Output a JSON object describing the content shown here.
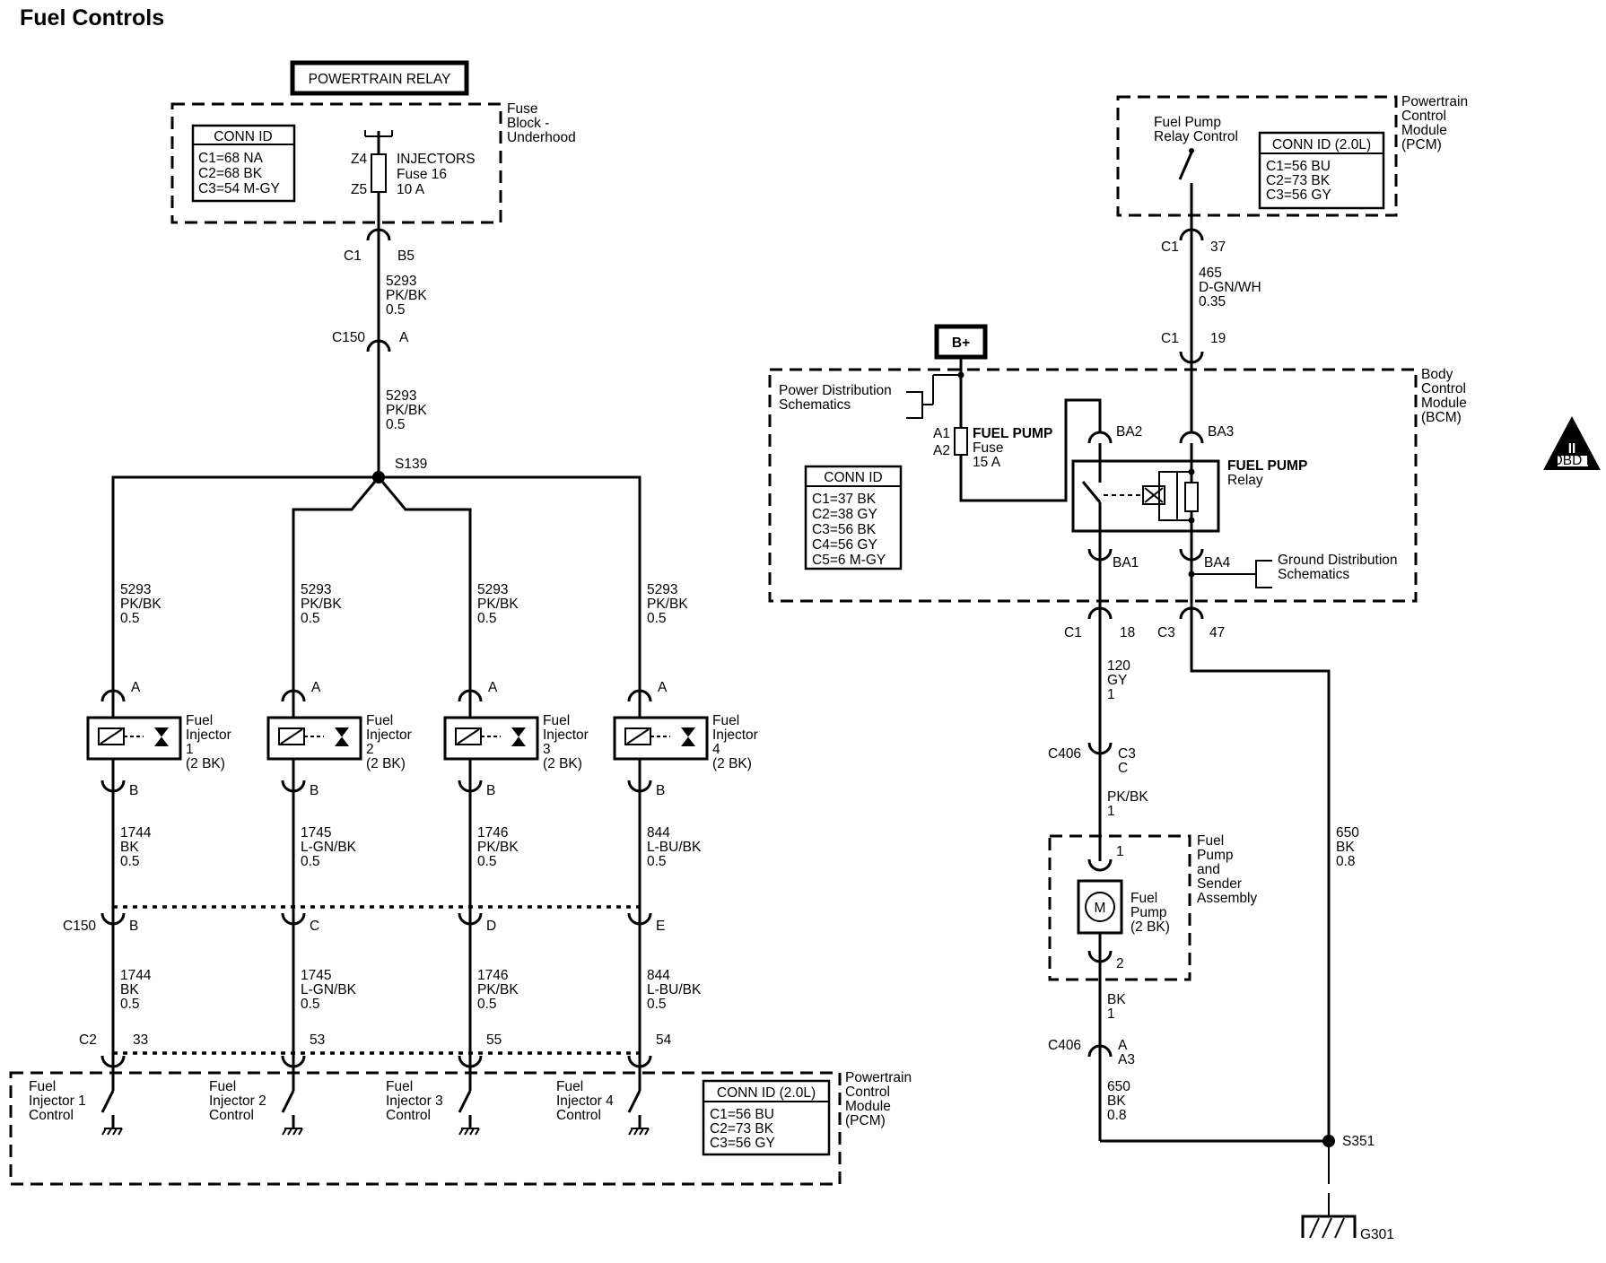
{
  "title": "Fuel Controls",
  "powertrain_relay": "POWERTRAIN RELAY",
  "fuse_block": {
    "label": [
      "Fuse",
      "Block -",
      "Underhood"
    ],
    "conn_id_title": "CONN ID",
    "conn_id": [
      "C1=68 NA",
      "C2=68 BK",
      "C3=54 M-GY"
    ],
    "fuse_pins": [
      "Z4",
      "Z5"
    ],
    "fuse_label": [
      "INJECTORS",
      "Fuse 16",
      "10 A"
    ]
  },
  "left_circuit": {
    "c1": "C1",
    "b5": "B5",
    "wire_top": [
      "5293",
      "PK/BK",
      "0.5"
    ],
    "c150": "C150",
    "c150_pin": "A",
    "wire_mid": [
      "5293",
      "PK/BK",
      "0.5"
    ],
    "splice": "S139"
  },
  "injectors": [
    {
      "branch": [
        "5293",
        "PK/BK",
        "0.5"
      ],
      "pin_a": "A",
      "label": [
        "Fuel",
        "Injector",
        "1",
        "(2 BK)"
      ],
      "pin_b": "B",
      "wire_out": [
        "1744",
        "BK",
        "0.5"
      ],
      "c150_pin": "B",
      "wire_pcm": [
        "1744",
        "BK",
        "0.5"
      ],
      "pcm_pin": "33",
      "control": [
        "Fuel",
        "Injector 1",
        "Control"
      ]
    },
    {
      "branch": [
        "5293",
        "PK/BK",
        "0.5"
      ],
      "pin_a": "A",
      "label": [
        "Fuel",
        "Injector",
        "2",
        "(2 BK)"
      ],
      "pin_b": "B",
      "wire_out": [
        "1745",
        "L-GN/BK",
        "0.5"
      ],
      "c150_pin": "C",
      "wire_pcm": [
        "1745",
        "L-GN/BK",
        "0.5"
      ],
      "pcm_pin": "53",
      "control": [
        "Fuel",
        "Injector 2",
        "Control"
      ]
    },
    {
      "branch": [
        "5293",
        "PK/BK",
        "0.5"
      ],
      "pin_a": "A",
      "label": [
        "Fuel",
        "Injector",
        "3",
        "(2 BK)"
      ],
      "pin_b": "B",
      "wire_out": [
        "1746",
        "PK/BK",
        "0.5"
      ],
      "c150_pin": "D",
      "wire_pcm": [
        "1746",
        "PK/BK",
        "0.5"
      ],
      "pcm_pin": "55",
      "control": [
        "Fuel",
        "Injector 3",
        "Control"
      ]
    },
    {
      "branch": [
        "5293",
        "PK/BK",
        "0.5"
      ],
      "pin_a": "A",
      "label": [
        "Fuel",
        "Injector",
        "4",
        "(2 BK)"
      ],
      "pin_b": "B",
      "wire_out": [
        "844",
        "L-BU/BK",
        "0.5"
      ],
      "c150_pin": "E",
      "wire_pcm": [
        "844",
        "L-BU/BK",
        "0.5"
      ],
      "pcm_pin": "54",
      "control": [
        "Fuel",
        "Injector 4",
        "Control"
      ]
    }
  ],
  "c150_lower": "C150",
  "c2": "C2",
  "pcm_bottom": {
    "label": [
      "Powertrain",
      "Control",
      "Module",
      "(PCM)"
    ],
    "conn_id_title": "CONN ID (2.0L)",
    "conn_id": [
      "C1=56 BU",
      "C2=73 BK",
      "C3=56 GY"
    ]
  },
  "pcm_top": {
    "label": [
      "Powertrain",
      "Control",
      "Module",
      "(PCM)"
    ],
    "relay_control": [
      "Fuel Pump",
      "Relay Control"
    ],
    "conn_id_title": "CONN ID (2.0L)",
    "conn_id": [
      "C1=56 BU",
      "C2=73 BK",
      "C3=56 GY"
    ]
  },
  "right_circuit": {
    "c1_top": "C1",
    "pin_37": "37",
    "wire_465": [
      "465",
      "D-GN/WH",
      "0.35"
    ],
    "c1_mid": "C1",
    "pin_19": "19"
  },
  "bplus": "B+",
  "bcm": {
    "label": [
      "Body",
      "Control",
      "Module",
      "(BCM)"
    ],
    "power_dist": [
      "Power Distribution",
      "Schematics"
    ],
    "fuse_pins": [
      "A1",
      "A2"
    ],
    "fuse_label": [
      "FUEL PUMP",
      "Fuse",
      "15 A"
    ],
    "conn_id_title": "CONN ID",
    "conn_id": [
      "C1=37 BK",
      "C2=38 GY",
      "C3=56 BK",
      "C4=56 GY",
      "C5=6 M-GY"
    ],
    "relay_pins": [
      "BA2",
      "BA3",
      "BA1",
      "BA4"
    ],
    "relay_label": [
      "FUEL PUMP",
      "Relay"
    ],
    "ground_dist": [
      "Ground Distribution",
      "Schematics"
    ]
  },
  "pump_circuit": {
    "c1_lower": "C1",
    "pin_18": "18",
    "c3": "C3",
    "pin_47": "47",
    "wire_120": [
      "120",
      "GY",
      "1"
    ],
    "c406_top": "C406",
    "c406_top_pins": [
      "C3",
      "C"
    ],
    "wire_pk": [
      "PK/BK",
      "1"
    ],
    "assembly_label": [
      "Fuel",
      "Pump",
      "and",
      "Sender",
      "Assembly"
    ],
    "pump_pin_1": "1",
    "motor": "M",
    "pump_label": [
      "Fuel",
      "Pump",
      "(2 BK)"
    ],
    "pump_pin_2": "2",
    "wire_bk": [
      "BK",
      "1"
    ],
    "c406_bot": "C406",
    "c406_bot_pins": [
      "A",
      "A3"
    ],
    "wire_650_low": [
      "650",
      "BK",
      "0.8"
    ],
    "wire_650_right": [
      "650",
      "BK",
      "0.8"
    ],
    "splice": "S351",
    "ground": "G301"
  },
  "obd_badge": [
    "II",
    "OBD II"
  ]
}
